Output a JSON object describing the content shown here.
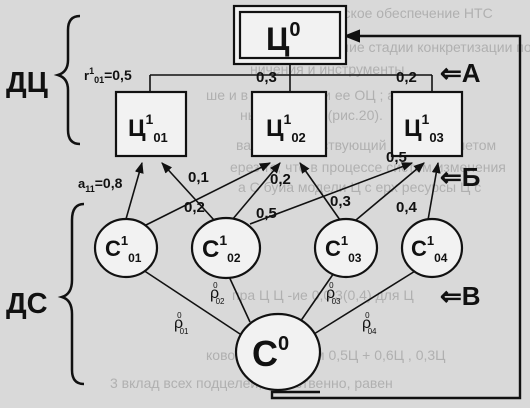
{
  "background_text": [
    "но-техническое обеспечение НТС",
    "вают направление стадии конкретизации подс",
    "ничения и инструменты",
    "ше и в ходе стадии ее ОЦ   ; а н",
    "ные ресурсы (рис.20).",
    "вают соответствующий подход с учетом",
    "ерез то, что в процессе систем изменения",
    "а С  буйа модели Ц  с  ерх ресурсы Ц   с",
    "пра Ц  Ц  -ие 0,0,3(0,4)   для Ц",
    "ковой цели имеем 0,5Ц  + 0,6Ц  , 0,3Ц",
    "3 вклад всех подцелей, естественно, равен"
  ],
  "groups": {
    "goals": "ДЦ",
    "resources": "ДС"
  },
  "levels": {
    "a": "⇐А",
    "b": "⇐Б",
    "c": "⇐В"
  },
  "nodes": {
    "c0": {
      "base": "Ц",
      "sup": "0"
    },
    "c01": {
      "base": "Ц",
      "sup": "1",
      "sub": "01"
    },
    "c02": {
      "base": "Ц",
      "sup": "1",
      "sub": "02"
    },
    "c03": {
      "base": "Ц",
      "sup": "1",
      "sub": "03"
    },
    "s01": {
      "base": "С",
      "sup": "1",
      "sub": "01"
    },
    "s02": {
      "base": "С",
      "sup": "1",
      "sub": "02"
    },
    "s03": {
      "base": "С",
      "sup": "1",
      "sub": "03"
    },
    "s04": {
      "base": "С",
      "sup": "1",
      "sub": "04"
    },
    "s0": {
      "base": "С",
      "sup": "0"
    }
  },
  "weights": {
    "r01": {
      "base": "r",
      "sup": "1",
      "sub": "01",
      "value": "=0,5"
    },
    "w02": "0,3",
    "w03": "0,2",
    "a11": {
      "base": "a",
      "sub": "11",
      "value": "=0,8"
    },
    "e1": "0,1",
    "e2": "0,2",
    "e3": "0,2",
    "e4": "0,5",
    "e5": "0,5",
    "e6": "0,3",
    "e7": "0,4"
  },
  "rho": {
    "p01": {
      "base": "ρ",
      "sup": "0",
      "sub": "01"
    },
    "p02": {
      "base": "ρ",
      "sup": "0",
      "sub": "02"
    },
    "p03": {
      "base": "ρ",
      "sup": "0",
      "sub": "03"
    },
    "p04": {
      "base": "ρ",
      "sup": "0",
      "sub": "04"
    }
  }
}
